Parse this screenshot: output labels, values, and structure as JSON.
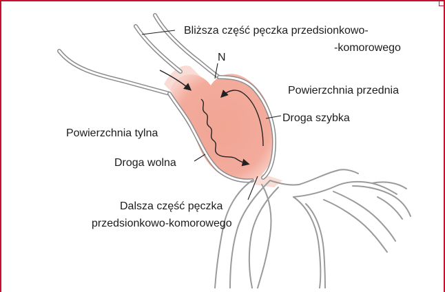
{
  "colors": {
    "frame": "#c8102e",
    "node_fill": "#f3a596",
    "outline": "#8c8c8c",
    "label": "#1c1c1c"
  },
  "labels": {
    "proximal_line1": "Bliższa część pęczka przedsionkowo-",
    "proximal_line2": "-komorowego",
    "node": "N",
    "anterior_surface": "Powierzchnia przednia",
    "fast_pathway": "Droga szybka",
    "posterior_surface": "Powierzchnia tylna",
    "slow_pathway": "Droga wolna",
    "distal_line1": "Dalsza część pęczka",
    "distal_line2": "przedsionkowo-komorowego"
  }
}
